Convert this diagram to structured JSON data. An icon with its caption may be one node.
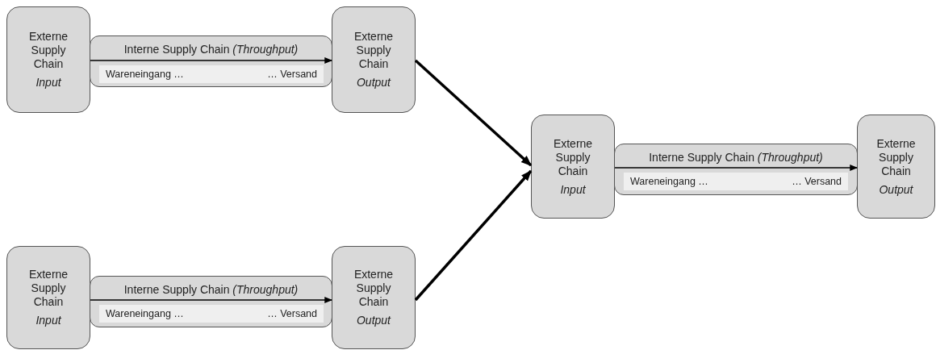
{
  "diagram": {
    "nodes": [
      {
        "text": [
          "Externe Supply Chain",
          "Input"
        ]
      },
      {
        "text": [
          "Interne Supply Chain *(Throughput)*"
        ]
      },
      {
        "text": [
          "Wareneingang …",
          "… Versand"
        ],
        "in": 1
      },
      {
        "text": [
          "Externe Supply Chain",
          "Output"
        ]
      },
      {
        "text": [
          "Externe Supply Chain",
          "Input"
        ]
      },
      {
        "text": [
          "Interne Supply Chain *(Throughput)*"
        ]
      },
      {
        "text": [
          "Wareneingang …",
          "… Versand"
        ],
        "in": 5
      },
      {
        "text": [
          "Externe Supply Chain",
          "Output"
        ]
      },
      {
        "text": [
          "Externe Supply Chain",
          "Input"
        ]
      },
      {
        "text": [
          "Interne Supply Chain *(Throughput)*"
        ]
      },
      {
        "text": [
          "Wareneingang …",
          "… Versand"
        ],
        "in": 9
      },
      {
        "text": [
          "Externe Supply Chain",
          "Output"
        ]
      }
    ],
    "edges": [
      {
        "from": 0,
        "to": 3,
        "arrow": "to"
      },
      {
        "from": 4,
        "to": 7,
        "arrow": "to"
      },
      {
        "from": 8,
        "to": 11,
        "arrow": "to"
      },
      {
        "from": 3,
        "to": 8,
        "arrow": "to",
        "style": "thick"
      },
      {
        "from": 7,
        "to": 8,
        "arrow": "to",
        "style": "thick"
      }
    ]
  }
}
